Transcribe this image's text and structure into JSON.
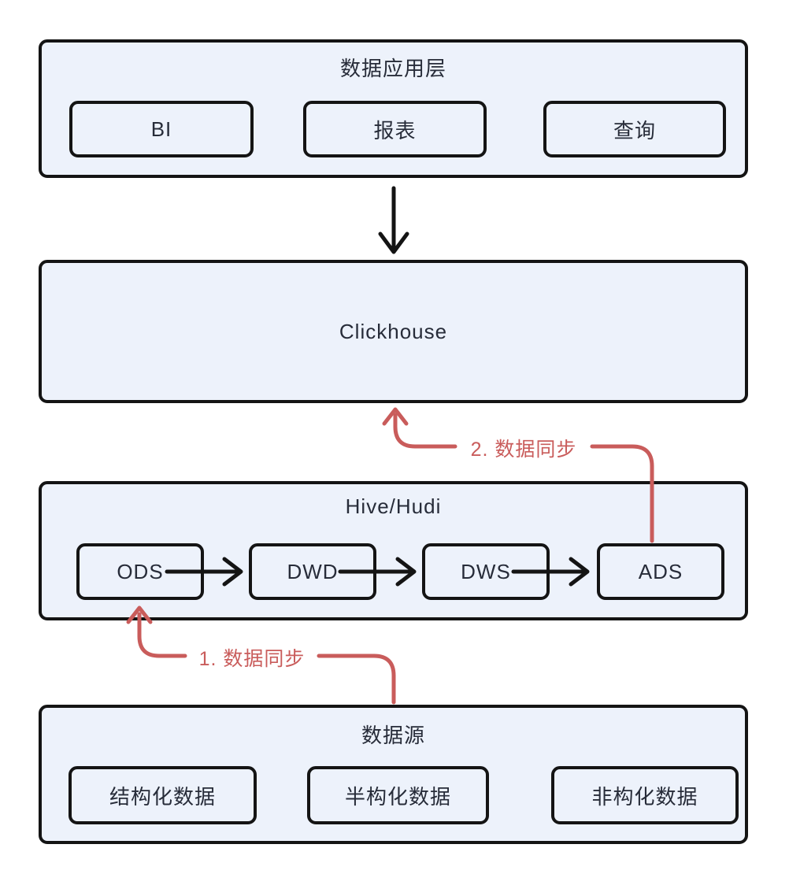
{
  "diagram": {
    "type": "data-architecture-flow",
    "colors": {
      "box_fill": "#edf2fb",
      "box_border": "#141414",
      "text": "#272c39",
      "accent_red": "#c95c5b"
    },
    "layers": {
      "app": {
        "title": "数据应用层",
        "items": [
          {
            "label": "BI"
          },
          {
            "label": "报表"
          },
          {
            "label": "查询"
          }
        ]
      },
      "clickhouse": {
        "title": "Clickhouse"
      },
      "warehouse": {
        "title": "Hive/Hudi",
        "items": [
          {
            "label": "ODS"
          },
          {
            "label": "DWD"
          },
          {
            "label": "DWS"
          },
          {
            "label": "ADS"
          }
        ]
      },
      "source": {
        "title": "数据源",
        "items": [
          {
            "label": "结构化数据"
          },
          {
            "label": "半构化数据"
          },
          {
            "label": "非构化数据"
          }
        ]
      }
    },
    "annotations": {
      "sync1": "1. 数据同步",
      "sync2": "2. 数据同步"
    },
    "flows": [
      "数据应用层 -> Clickhouse",
      "ODS -> DWD -> DWS -> ADS",
      "数据源 -> ODS (1. 数据同步)",
      "ADS -> Clickhouse (2. 数据同步)"
    ]
  }
}
